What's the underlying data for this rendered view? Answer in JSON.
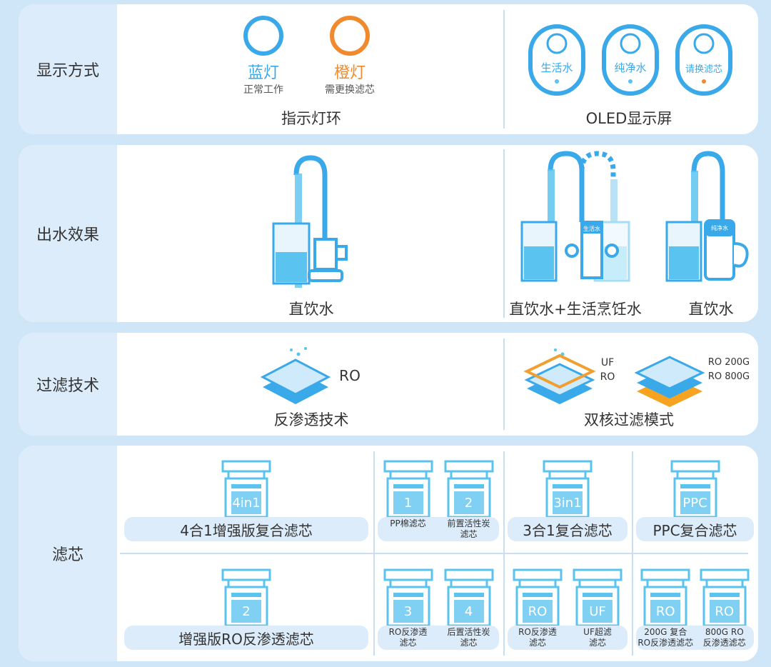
{
  "rows": {
    "display": {
      "label": "显示方式",
      "blue_title": "蓝灯",
      "blue_sub": "正常工作",
      "orange_title": "橙灯",
      "orange_sub": "需更换滤芯",
      "left_caption": "指示灯环",
      "oled": [
        "生活水",
        "纯净水",
        "请换滤芯"
      ],
      "right_caption": "OLED显示屏"
    },
    "water": {
      "label": "出水效果",
      "left_caption": "直饮水",
      "mid_caption": "直饮水+生活烹饪水",
      "right_caption": "直饮水",
      "faucet_label": "生活水",
      "faucet_label_2": "纯净水"
    },
    "filter_tech": {
      "label": "过滤技术",
      "ro_label": "RO",
      "left_caption": "反渗透技术",
      "uf_labels": [
        "UF",
        "RO"
      ],
      "ro_sizes": [
        "RO 200G",
        "RO 800G"
      ],
      "right_caption": "双核过滤模式"
    },
    "cartridge": {
      "label": "滤芯",
      "top": [
        {
          "icons": [
            "4in1"
          ],
          "captions": [
            "4合1增强版复合滤芯"
          ]
        },
        {
          "icons": [
            "1",
            "2"
          ],
          "captions": [
            "PP棉滤芯",
            "前置活性炭\n滤芯"
          ]
        },
        {
          "icons": [
            "3in1"
          ],
          "captions": [
            "3合1复合滤芯"
          ]
        },
        {
          "icons": [
            "PPC"
          ],
          "captions": [
            "PPC复合滤芯"
          ]
        }
      ],
      "bottom": [
        {
          "icons": [
            "2"
          ],
          "captions": [
            "增强版RO反渗透滤芯"
          ]
        },
        {
          "icons": [
            "3",
            "4"
          ],
          "captions": [
            "RO反渗透\n滤芯",
            "后置活性炭\n滤芯"
          ]
        },
        {
          "icons": [
            "RO",
            "UF"
          ],
          "captions": [
            "RO反渗透\n滤芯",
            "UF超滤\n滤芯"
          ]
        },
        {
          "icons": [
            "RO",
            "RO"
          ],
          "captions": [
            "200G 复合\nRO反渗透滤芯",
            "800G RO\n反渗透滤芯"
          ]
        }
      ]
    }
  },
  "colors": {
    "blue": "#3aa9ea",
    "orange": "#f08a2c",
    "light_blue": "#dcecfa",
    "water": "#5bc3f0"
  }
}
